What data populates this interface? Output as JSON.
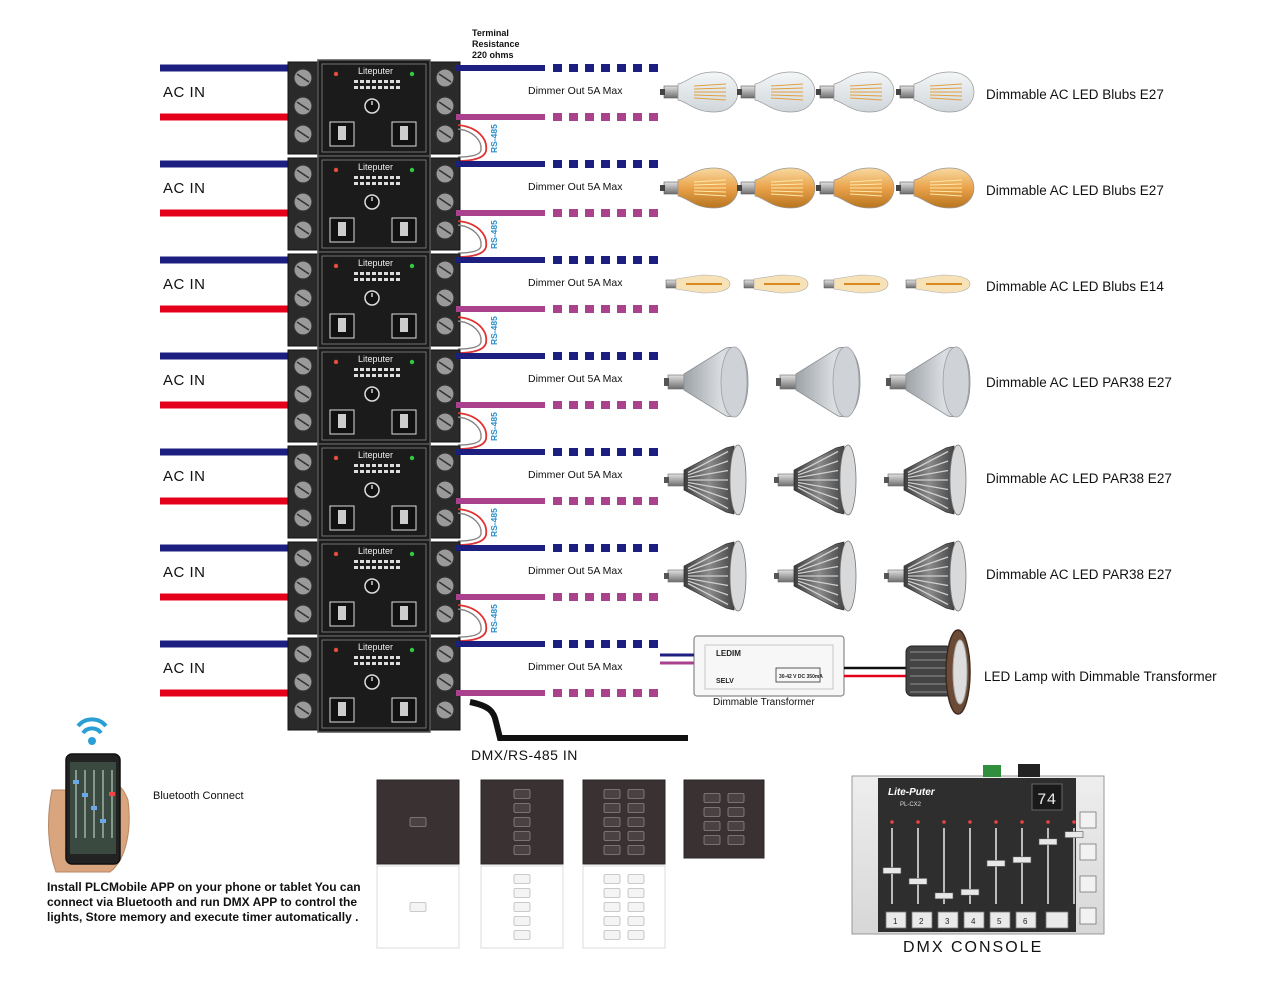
{
  "terminal_note": [
    "Terminal",
    "Resistance",
    "220 ohms"
  ],
  "modules": [
    {
      "input_label": "AC IN",
      "output_label": "Dimmer Out  5A Max",
      "lamp_type": "bulb-e27-clear",
      "lamp_label": "Dimmable AC LED Blubs E27",
      "bus_label": "RS-485"
    },
    {
      "input_label": "AC IN",
      "output_label": "Dimmer Out  5A Max",
      "lamp_type": "bulb-e27-amber",
      "lamp_label": "Dimmable AC LED Blubs E27",
      "bus_label": "RS-485"
    },
    {
      "input_label": "AC IN",
      "output_label": "Dimmer Out  5A Max",
      "lamp_type": "bulb-e14",
      "lamp_label": "Dimmable AC LED Blubs E14",
      "bus_label": "RS-485"
    },
    {
      "input_label": "AC IN",
      "output_label": "Dimmer Out  5A Max",
      "lamp_type": "par38-flood",
      "lamp_label": "Dimmable AC LED PAR38  E27",
      "bus_label": "RS-485"
    },
    {
      "input_label": "AC IN",
      "output_label": "Dimmer Out  5A Max",
      "lamp_type": "par38-heatsink",
      "lamp_label": "Dimmable AC LED PAR38  E27",
      "bus_label": "RS-485"
    },
    {
      "input_label": "AC IN",
      "output_label": "Dimmer Out  5A Max",
      "lamp_type": "par38-heatsink",
      "lamp_label": "Dimmable AC LED PAR38  E27",
      "bus_label": "RS-485"
    },
    {
      "input_label": "AC IN",
      "output_label": "Dimmer Out  5A Max",
      "lamp_type": "transformer",
      "lamp_label": "LED Lamp with Dimmable Transformer",
      "bus_label": ""
    }
  ],
  "module_brand": "Liteputer",
  "transformer_label": "Dimmable Transformer",
  "transformer_brand": "LEDIM",
  "transformer_rating": "30-42 V DC 350mA",
  "transformer_selv": "SELV",
  "dmx_in_label": "DMX/RS-485 IN",
  "bluetooth_label": "Bluetooth Connect",
  "install_text": "Install PLCMobile APP on your phone or tablet You can connect via Bluetooth and run DMX APP  to control the lights, Store memory and execute timer automatically .",
  "console_label": "DMX  CONSOLE",
  "console_brand": "Lite-Puter",
  "console_model": "PL-CX2",
  "console_display": "74",
  "console_buttons": [
    "1",
    "2",
    "3",
    "4",
    "5",
    "6"
  ],
  "console_side_buttons": [
    "",
    "",
    "",
    ""
  ],
  "colors": {
    "neutral_wire": "#1c1f80",
    "live_wire": "#e4001b",
    "dimmer_out_wire": "#a9418d",
    "rs485_label": "#2a8fd0",
    "module_body": "#1b1b1b",
    "bluetooth": "#2a9fd6"
  }
}
